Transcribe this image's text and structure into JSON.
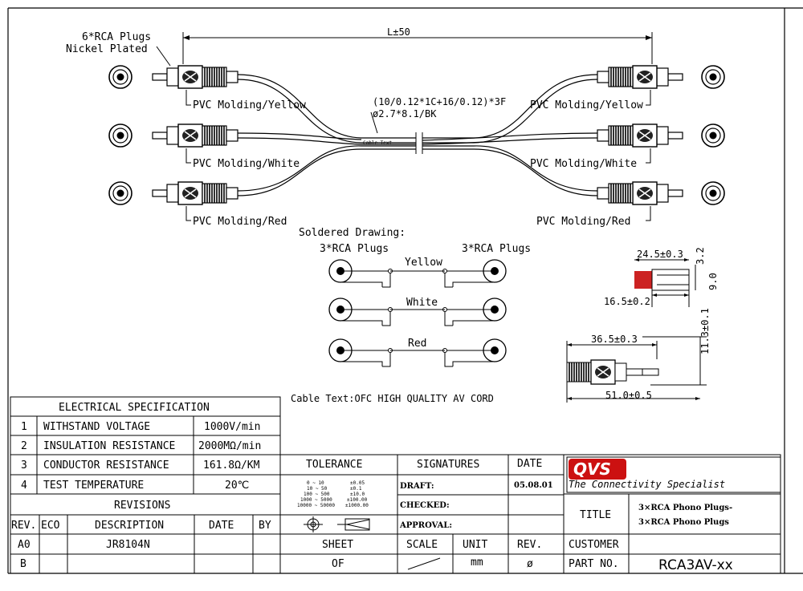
{
  "drawing": {
    "length_label": "L±50",
    "plug_spec_line1": "6*RCA Plugs",
    "plug_spec_line2": "Nickel Plated",
    "left_moldings": [
      "PVC Molding/Yellow",
      "PVC Molding/White",
      "PVC Molding/Red"
    ],
    "right_moldings": [
      "PVC Molding/Yellow",
      "PVC Molding/White",
      "PVC Molding/Red"
    ],
    "cable_spec_line1": "(10/0.12*1C+16/0.12)*3F",
    "cable_spec_line2": "ø2.7*8.1/BK",
    "cable_text_mark": "Cable Text",
    "cable_text_note": "Cable Text:OFC HIGH QUALITY AV CORD"
  },
  "soldered": {
    "title": "Soldered Drawing:",
    "left_label": "3*RCA Plugs",
    "right_label": "3*RCA Plugs",
    "wires": [
      "Yellow",
      "White",
      "Red"
    ]
  },
  "dimensions": {
    "d1": "24.5±0.3",
    "d2": "3.2",
    "d3": "9.0",
    "d4": "16.5±0.2",
    "d5": "36.5±0.3",
    "d6": "11.3±0.1",
    "d7": "51.0±0.5"
  },
  "electrical": {
    "title": "ELECTRICAL SPECIFICATION",
    "rows": [
      {
        "no": "1",
        "name": "WITHSTAND VOLTAGE",
        "value": "1000V/min"
      },
      {
        "no": "2",
        "name": "INSULATION RESISTANCE",
        "value": "2000MΩ/min"
      },
      {
        "no": "3",
        "name": "CONDUCTOR RESISTANCE",
        "value": "161.8Ω/KM"
      },
      {
        "no": "4",
        "name": "TEST TEMPERATURE",
        "value": "20℃"
      }
    ]
  },
  "revisions": {
    "title": "REVISIONS",
    "headers": [
      "REV.",
      "ECO",
      "DESCRIPTION",
      "DATE",
      "BY"
    ],
    "rows": [
      {
        "rev": "A0",
        "eco": "",
        "desc": "JR8104N",
        "date": "",
        "by": ""
      },
      {
        "rev": "B",
        "eco": "",
        "desc": "",
        "date": "",
        "by": ""
      }
    ]
  },
  "title_block": {
    "tolerance": "TOLERANCE",
    "tolerance_rows": [
      [
        "0 ~ 10",
        "±0.05"
      ],
      [
        "10 ~ 50",
        "±0.1"
      ],
      [
        "100 ~ 500",
        "±10.0"
      ],
      [
        "1000 ~ 5000",
        "±100.00"
      ],
      [
        "10000 ~ 50000",
        "±1000.00"
      ]
    ],
    "signatures": "SIGNATURES",
    "date": "DATE",
    "draft": "DRAFT:",
    "draft_date": "05.08.01",
    "checked": "CHECKED:",
    "approval": "APPROVAL:",
    "sheet": "SHEET",
    "of": "OF",
    "scale": "SCALE",
    "unit": "UNIT",
    "unit_value": "mm",
    "rev": "REV.",
    "rev_value": "ø",
    "title_label": "TITLE",
    "title_line1": "3×RCA Phono Plugs-",
    "title_line2": "3×RCA Phono Plugs",
    "customer": "CUSTOMER",
    "part_no": "PART NO.",
    "part_value": "RCA3AV-xx",
    "logo": "QVS",
    "logo_tagline": "The Connectivity Specialist",
    "logo_color": "#cc1111"
  }
}
